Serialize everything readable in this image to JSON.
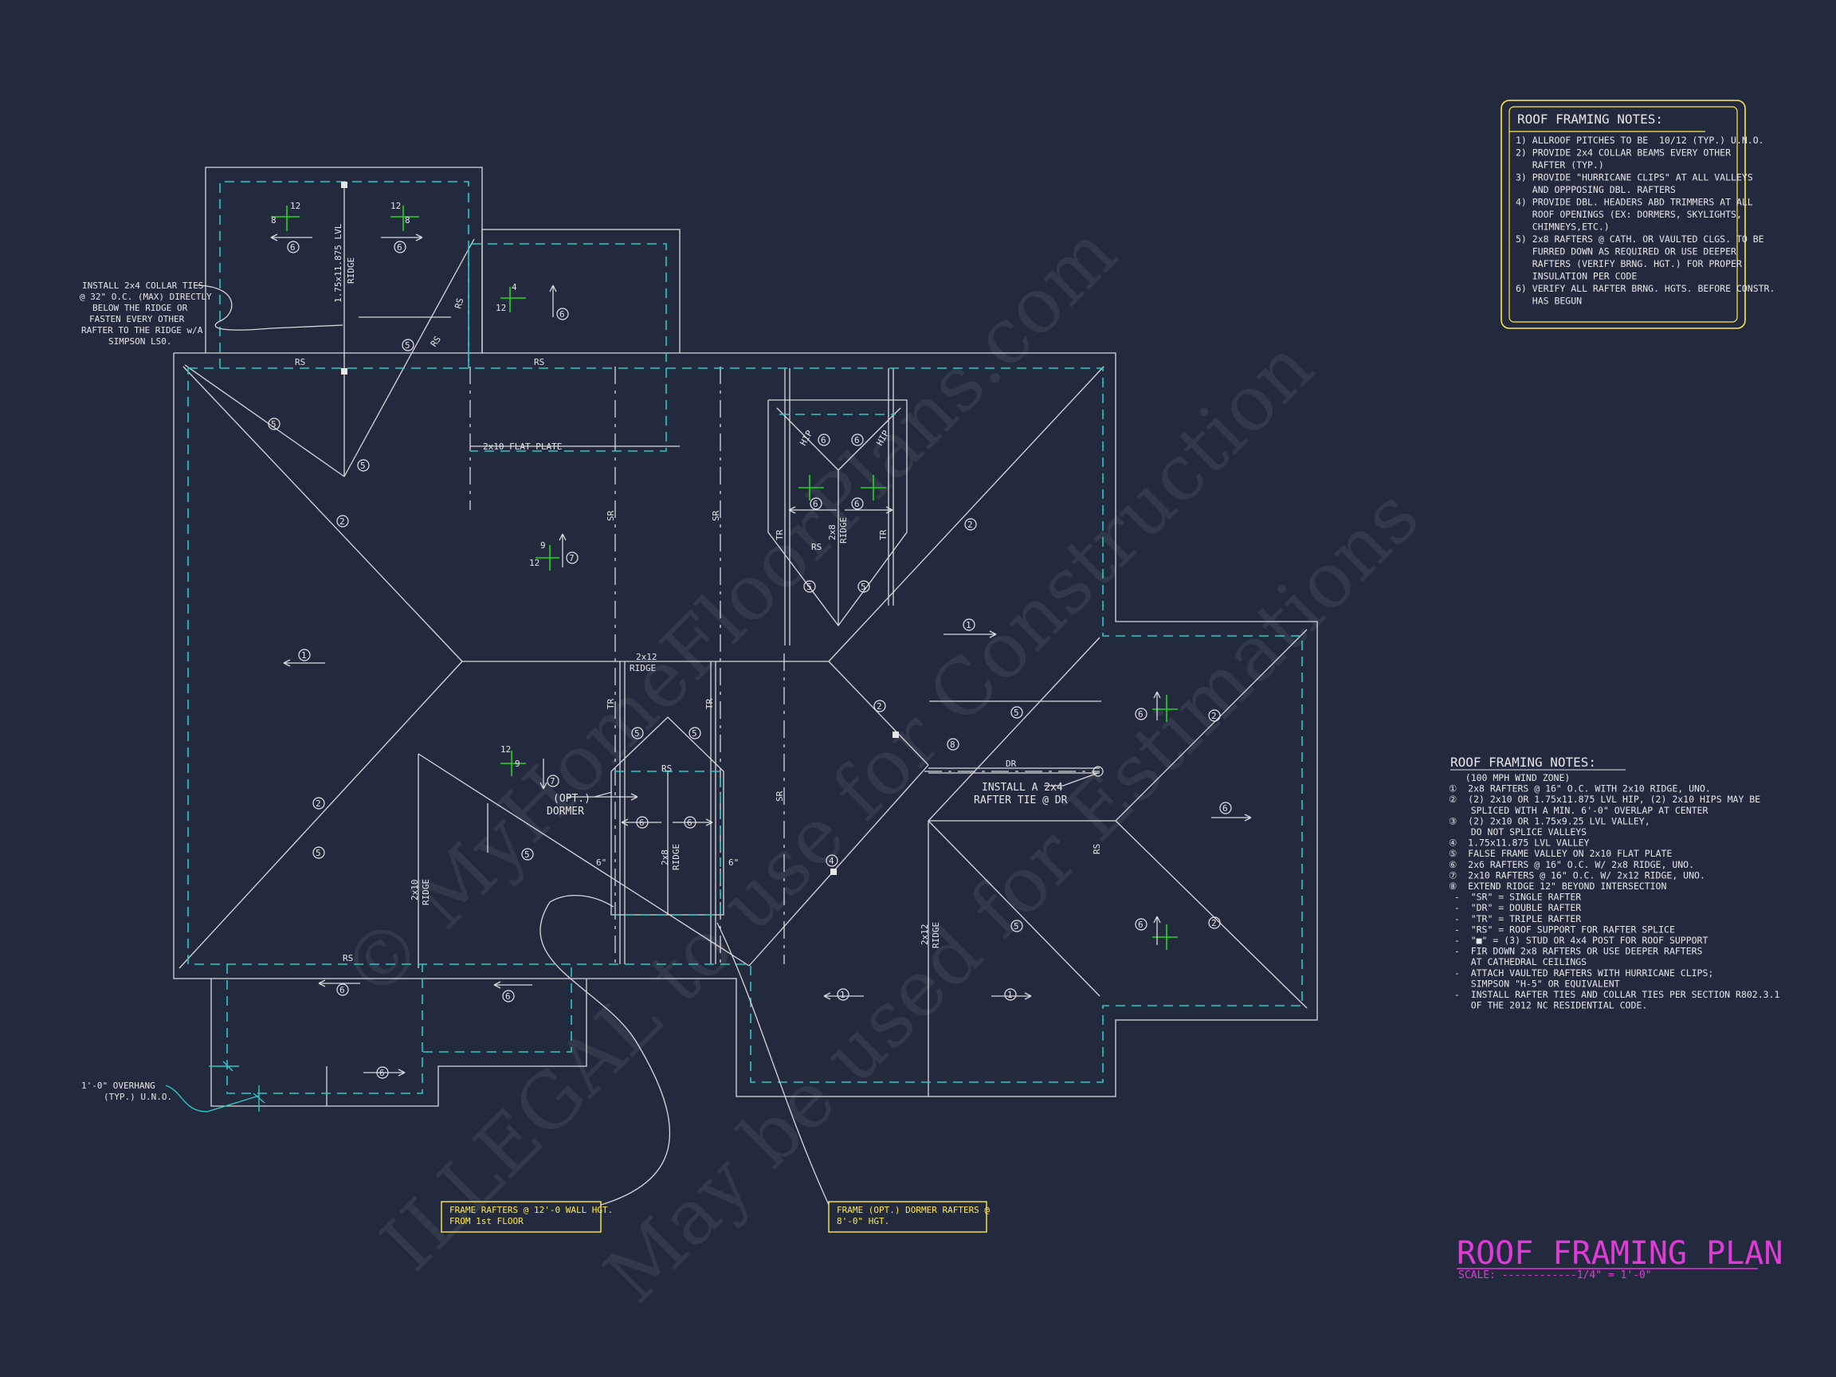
{
  "notes_top": {
    "title": "ROOF FRAMING NOTES:",
    "lines": [
      "1) ALLROOF PITCHES TO BE  10/12 (TYP.) U.N.O.",
      "2) PROVIDE 2x4 COLLAR BEAMS EVERY OTHER",
      "   RAFTER (TYP.)",
      "3) PROVIDE \"HURRICANE CLIPS\" AT ALL VALLEYS",
      "   AND OPPPOSING DBL. RAFTERS",
      "4) PROVIDE DBL. HEADERS ABD TRIMMERS AT ALL",
      "   ROOF OPENINGS (EX: DORMERS, SKYLIGHTS,",
      "   CHIMNEYS,ETC.)",
      "5) 2x8 RAFTERS @ CATH. OR VAULTED CLGS. TO BE",
      "   FURRED DOWN AS REQUIRED OR USE DEEPER",
      "   RAFTERS (VERIFY BRNG. HGT.) FOR PROPER",
      "   INSULATION PER CODE",
      "6) VERIFY ALL RAFTER BRNG. HGTS. BEFORE CONSTR.",
      "   HAS BEGUN"
    ]
  },
  "notes_main": {
    "title": "ROOF FRAMING NOTES:",
    "lines": [
      "   (100 MPH WIND ZONE)",
      "①  2x8 RAFTERS @ 16\" O.C. WITH 2x10 RIDGE, UNO.",
      "②  (2) 2x10 OR 1.75x11.875 LVL HIP, (2) 2x10 HIPS MAY BE",
      "    SPLICED WITH A MIN. 6'-0\" OVERLAP AT CENTER",
      "③  (2) 2x10 OR 1.75x9.25 LVL VALLEY,",
      "    DO NOT SPLICE VALLEYS",
      "④  1.75x11.875 LVL VALLEY",
      "⑤  FALSE FRAME VALLEY ON 2x10 FLAT PLATE",
      "⑥  2x6 RAFTERS @ 16\" O.C. W/ 2x8 RIDGE, UNO.",
      "⑦  2x10 RAFTERS @ 16\" O.C. W/ 2x12 RIDGE, UNO.",
      "⑧  EXTEND RIDGE 12\" BEYOND INTERSECTION",
      " -  \"SR\" = SINGLE RAFTER",
      " -  \"DR\" = DOUBLE RAFTER",
      " -  \"TR\" = TRIPLE RAFTER",
      " -  \"RS\" = ROOF SUPPORT FOR RAFTER SPLICE",
      " -  \"■\" = (3) STUD OR 4x4 POST FOR ROOF SUPPORT",
      " -  FIR DOWN 2x8 RAFTERS OR USE DEEPER RAFTERS",
      "    AT CATHEDRAL CEILINGS",
      " -  ATTACH VAULTED RAFTERS WITH HURRICANE CLIPS;",
      "    SIMPSON \"H-5\" OR EQUIVALENT",
      " -  INSTALL RAFTER TIES AND COLLAR TIES PER SECTION R802.3.1",
      "    OF THE 2012 NC RESIDENTIAL CODE."
    ]
  },
  "collar_note": [
    "INSTALL 2x4 COLLAR TIES",
    "@ 32\" O.C. (MAX) DIRECTLY",
    "BELOW THE RIDGE OR",
    "FASTEN EVERY OTHER",
    "RAFTER TO THE RIDGE w/A",
    "SIMPSON LS0."
  ],
  "overhang_note": [
    "1'-0\" OVERHANG",
    "(TYP.) U.N.O."
  ],
  "rafter_tie_note": [
    "INSTALL A 2x4",
    "RAFTER TIE @ DR"
  ],
  "dormer_label": [
    "(OPT.)",
    "DORMER"
  ],
  "callout_left": [
    "FRAME RAFTERS @ 12'-0 WALL HGT.",
    "FROM 1st FLOOR"
  ],
  "callout_right": [
    "FRAME (OPT.) DORMER RAFTERS @",
    "8'-0\" HGT."
  ],
  "title": "ROOF FRAMING PLAN",
  "scale": "SCALE: ------------1/4\" = 1'-0\"",
  "plan_labels": {
    "lvl_ridge": "1.75x11.875 LVL",
    "ridge": "RIDGE",
    "flat_plate": "2x10 FLAT PLATE",
    "ridge_2x12": "2x12",
    "ridge_2x8": "2x8",
    "ridge_2x10": "2x10",
    "rs": "RS",
    "sr": "SR",
    "tr": "TR",
    "dr": "DR",
    "hip": "HIP",
    "pitch_12": "12",
    "pitch_8": "8",
    "pitch_4": "4",
    "pitch_9": "9",
    "dim_6": "6\""
  },
  "watermark": [
    "© MyHomeFloorPlans.com",
    "ILLEGAL to use for Construction",
    "May be used for Estimations"
  ],
  "colors": {
    "background": "#232a3e",
    "linework": "#d9d9d9",
    "cyan": "#2fc6c6",
    "green": "#22d422",
    "yellow": "#ffe94a",
    "magenta": "#e23ad8"
  }
}
